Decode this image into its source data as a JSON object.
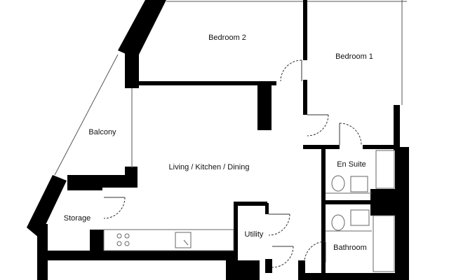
{
  "rooms": {
    "bedroom_2": "Bedroom 2",
    "bedroom_1": "Bedroom 1",
    "balcony": "Balcony",
    "living_kitchen_dining": "Living / Kitchen / Dining",
    "en_suite": "En Suite",
    "storage": "Storage",
    "utility": "Utility",
    "bathroom": "Bathroom"
  },
  "colors": {
    "wall": "#000000",
    "thin_line": "#555555",
    "background": "#ffffff"
  }
}
